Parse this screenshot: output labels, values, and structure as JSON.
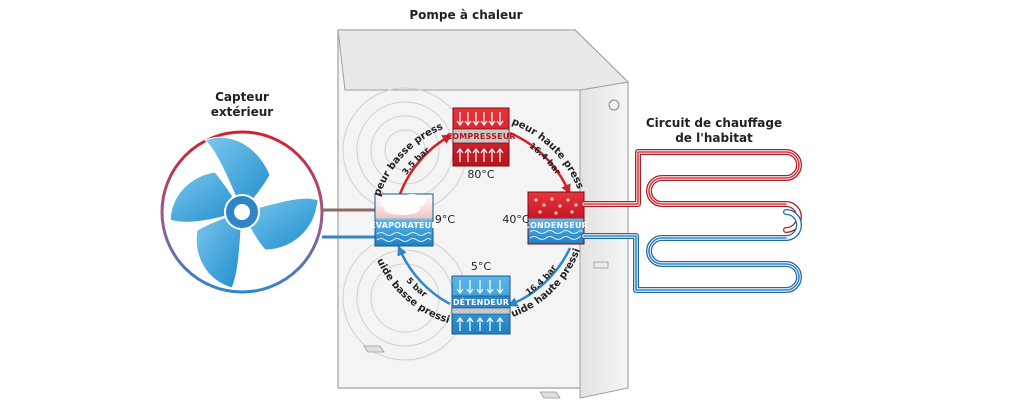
{
  "title": "Pompe à chaleur",
  "outdoor_unit": {
    "label_line1": "Capteur",
    "label_line2": "extérieur"
  },
  "heating_circuit": {
    "label_line1": "Circuit de chauffage",
    "label_line2": "de l'habitat"
  },
  "components": {
    "compressor": {
      "label": "COMPRESSEUR",
      "temperature": "80°C"
    },
    "condenser": {
      "label": "CONDENSEUR",
      "temperature": "40°C"
    },
    "expansion_valve": {
      "label": "DÉTENDEUR",
      "temperature": "5°C"
    },
    "evaporator": {
      "label": "ÉVAPORATEUR",
      "temperature": "9°C"
    }
  },
  "pressure_labels": {
    "vapor_low": {
      "text": "Vapeur basse pression",
      "value": "3.5 bar"
    },
    "vapor_high": {
      "text": "Vapeur haute pression",
      "value": "16.4 bar"
    },
    "liquid_high": {
      "text": "Liquide haute pression",
      "value": "16.4 bar"
    },
    "liquid_low": {
      "text": "Liquide basse pression",
      "value": "5 bar"
    }
  },
  "colors": {
    "hot": "#d4202c",
    "cold": "#2e86c8",
    "fan": "#3aa6dc",
    "unit_body": "#f2f2f2",
    "unit_outline": "#9a9a9a"
  }
}
